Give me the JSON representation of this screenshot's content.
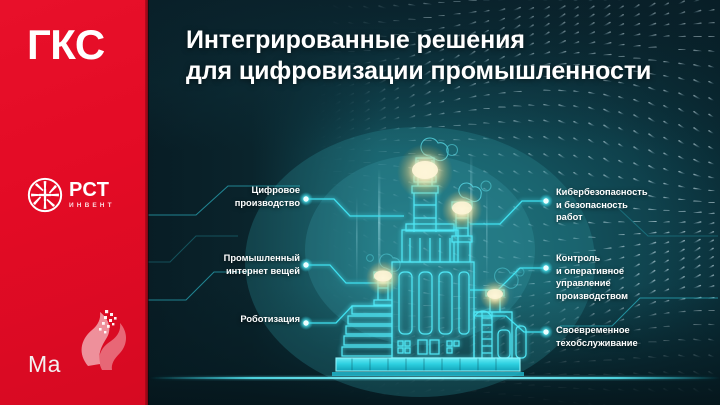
{
  "slide": {
    "headline_line1": "Интегрированные решения",
    "headline_line2": "для цифровизации промышленности",
    "accent_red": "#e30b25",
    "accent_cyan": "#35e8ef",
    "text_color": "#ffffff",
    "bg_dark": "#07171d"
  },
  "brand_panel": {
    "logo_primary": "ГКС",
    "logo_secondary_main": "РСТ",
    "logo_secondary_sub": "ИНВЕНТ",
    "logo_tertiary": "Ma",
    "icons": {
      "rst_emblem": "radial-petal-emblem-icon",
      "ma_emblem": "ribbon-flame-icon"
    }
  },
  "diagram": {
    "center_icon": "factory-plant-icon",
    "left_labels": [
      {
        "id": "digital-production",
        "text": "Цифровое\nпроизводство"
      },
      {
        "id": "industrial-iot",
        "text": "Промышленный\nинтернет вещей"
      },
      {
        "id": "robotization",
        "text": "Роботизация"
      }
    ],
    "right_labels": [
      {
        "id": "cybersecurity",
        "text": "Кибербезопасность\nи безопасность\nработ"
      },
      {
        "id": "production-control",
        "text": "Контроль\nи оперативное\nуправление\nпроизводством"
      },
      {
        "id": "maintenance",
        "text": "Своевременное\nтехобслуживание"
      }
    ]
  }
}
